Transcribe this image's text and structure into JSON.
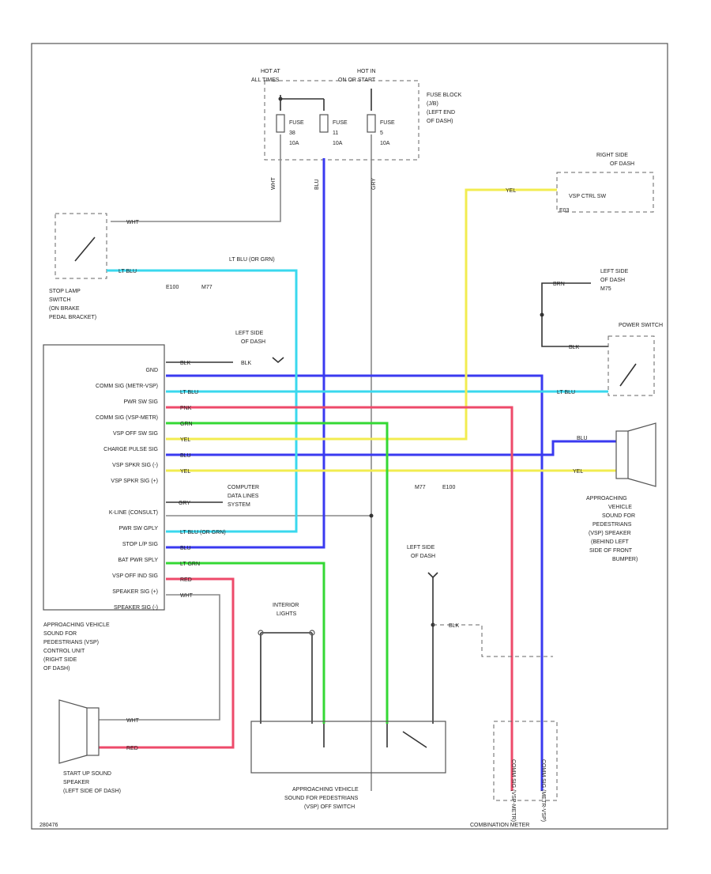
{
  "power": {
    "hot_at_1": "HOT AT",
    "hot_at_2": "ALL TIMES",
    "hot_in_1": "HOT IN",
    "hot_in_2": "ON OR START"
  },
  "fuse_block": {
    "label": [
      "FUSE BLOCK",
      "(J/B)",
      "(LEFT END",
      "OF DASH)"
    ],
    "fuses": [
      {
        "name": "FUSE",
        "num": "38",
        "amp": "10A"
      },
      {
        "name": "FUSE",
        "num": "11",
        "amp": "10A"
      },
      {
        "name": "FUSE",
        "num": "5",
        "amp": "10A"
      }
    ]
  },
  "wire_labels": {
    "wht": "WHT",
    "blu": "BLU",
    "gry": "GRY",
    "yel": "YEL",
    "lt_blu": "LT BLU",
    "lt_blu_or_grn": "LT BLU (OR GRN)",
    "brn": "BRN",
    "blk": "BLK",
    "pnk": "PNK",
    "grn": "GRN",
    "lt_grn": "LT GRN",
    "red": "RED",
    "gry_short": "GRY"
  },
  "stop_lamp": [
    "STOP LAMP",
    "SWITCH",
    "(ON BRAKE",
    "PEDAL BRACKET)"
  ],
  "connectors": {
    "e100": "E100",
    "m77": "M77",
    "e03": "E03",
    "m75": "M75",
    "m77b": "M77",
    "e100b": "E100"
  },
  "right_dash": [
    "RIGHT SIDE",
    "OF DASH",
    "VSP CTRL SW"
  ],
  "left_dash_1": [
    "LEFT SIDE",
    "OF DASH",
    "M75"
  ],
  "left_dash_2": [
    "LEFT SIDE",
    "OF DASH"
  ],
  "left_dash_3": [
    "LEFT SIDE",
    "OF DASH"
  ],
  "power_switch": "POWER SWITCH",
  "computer": [
    "COMPUTER",
    "DATA LINES",
    "SYSTEM"
  ],
  "control_unit": {
    "pins": [
      "GND",
      "COMM SIG (METR-VSP)",
      "PWR SW SIG",
      "COMM SIG (VSP-METR)",
      "VSP OFF SW SIG",
      "CHARGE PULSE SIG",
      "VSP SPKR SIG (-)",
      "VSP SPKR SIG (+)",
      "",
      "K-LINE (CONSULT)",
      "PWR SW GPLY",
      "STOP L/P SIG",
      "BAT PWR SPLY",
      "VSP OFF IND SIG",
      "SPEAKER SIG (+)",
      "SPEAKER SIG (-)"
    ],
    "label": [
      "APPROACHING VEHICLE",
      "SOUND FOR",
      "PEDESTRIANS (VSP)",
      "CONTROL UNIT",
      "(RIGHT SIDE",
      "OF DASH)"
    ]
  },
  "vsp_speaker": [
    "APPROACHING",
    "VEHICLE",
    "SOUND FOR",
    "PEDESTRIANS",
    "(VSP) SPEAKER",
    "(BEHIND LEFT",
    "SIDE OF FRONT",
    "BUMPER)"
  ],
  "interior_lights": [
    "INTERIOR",
    "LIGHTS"
  ],
  "startup_speaker": [
    "START UP SOUND",
    "SPEAKER",
    "(LEFT SIDE OF DASH)"
  ],
  "vsp_switch": [
    "APPROACHING VEHICLE",
    "SOUND FOR PEDESTRIANS",
    "(VSP) OFF SWITCH"
  ],
  "combination_meter": "COMBINATION METER",
  "meter_pins": [
    "COMM SIG (VSP-METR)",
    "COMM SIG (METR-VSP)"
  ],
  "footer_code": "280476",
  "colors": {
    "blue": "#3a3af0",
    "cyan": "#3ad8ee",
    "yellow": "#f2ec50",
    "red": "#ee4a6a",
    "green": "#34d834",
    "gray": "#8c8c8c"
  }
}
